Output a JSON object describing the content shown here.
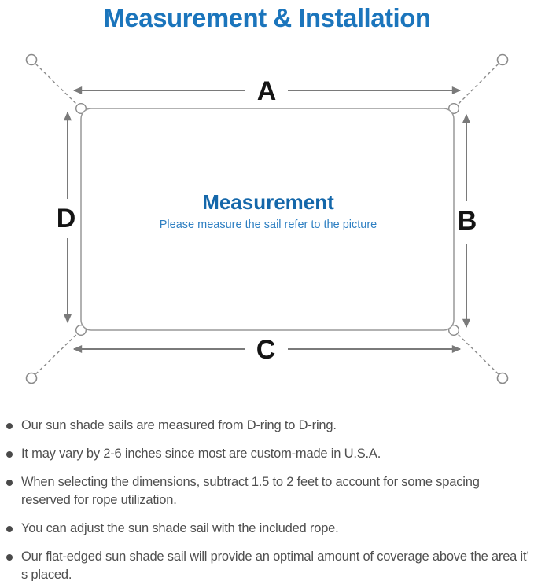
{
  "title": "Measurement & Installation",
  "diagram": {
    "center_title": "Measurement",
    "center_subtitle": "Please measure the sail refer to the picture",
    "labels": {
      "top": "A",
      "right": "B",
      "bottom": "C",
      "left": "D"
    }
  },
  "notes": [
    "Our sun shade sails are measured from D-ring to D-ring.",
    "It may vary by 2-6 inches since most are custom-made in U.S.A.",
    "When selecting the dimensions, subtract 1.5 to 2 feet to account for some spacing reserved for rope utilization.",
    "You can adjust the sun shade sail with the included rope.",
    "Our flat-edged sun shade sail will provide an optimal amount of coverage above the area it’ s placed."
  ],
  "colors": {
    "title_blue": "#1b75bc",
    "center_heading_blue": "#1467aa",
    "center_subtitle_blue": "#2e7fc2",
    "outline_gray": "#999999",
    "arrow_gray": "#7a7a7a",
    "label_black": "#141414",
    "note_text_gray": "#4f4f4f"
  }
}
